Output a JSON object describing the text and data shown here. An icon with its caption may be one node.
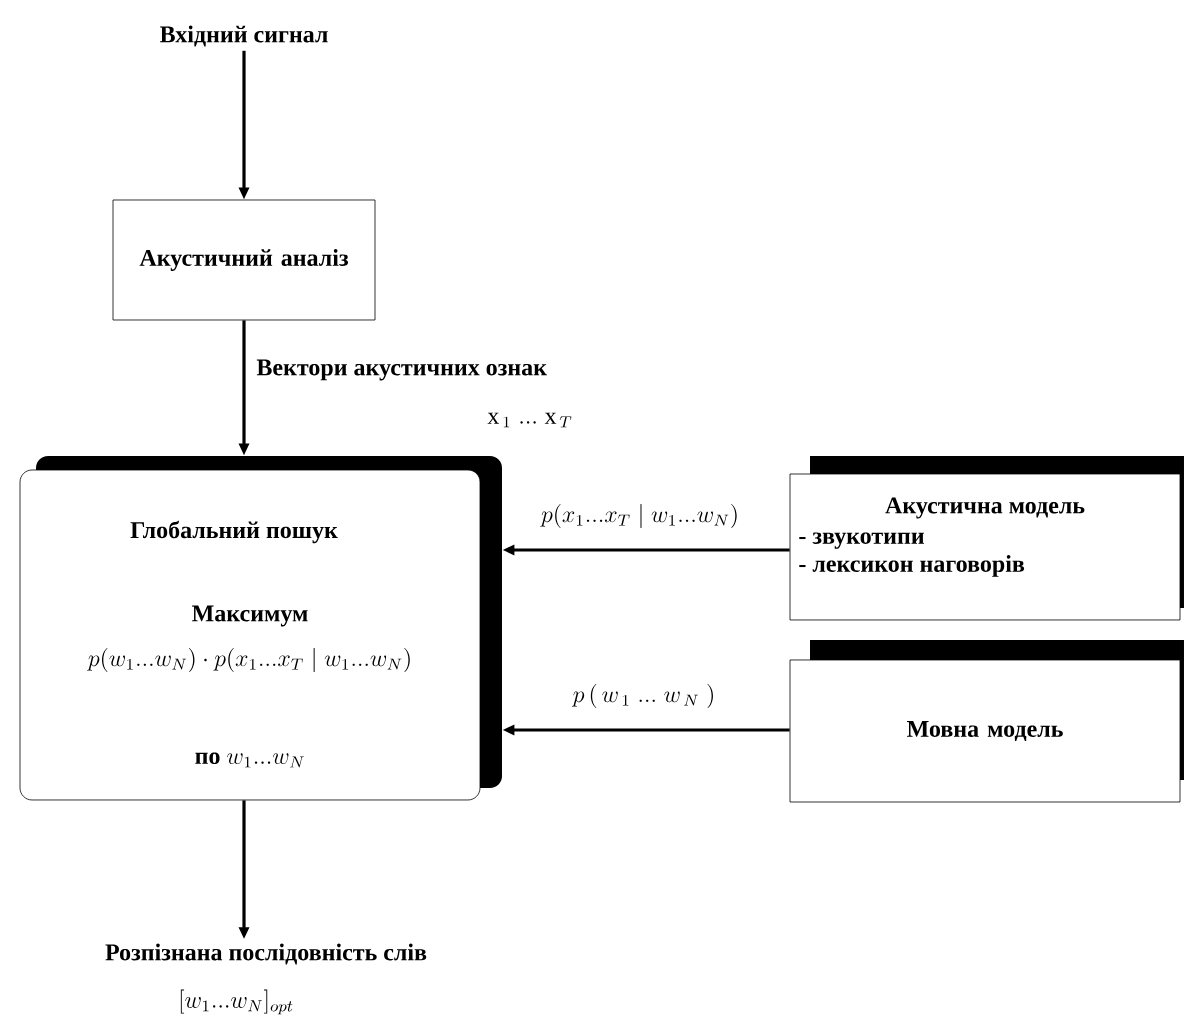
{
  "diagram": {
    "nodes": [
      {
        "text": [
          "Вхідний сигнал"
        ]
      },
      {
        "text": [
          "Акустичний аналіз"
        ]
      },
      {
        "text": [
          "Глобальний пошук",
          "Максимум",
          "p(w_1 ... w_N)\\cdot p(x_1 ... x_T \\mid w_1 ... w_N)",
          "по",
          "w_1 ... w_N"
        ]
      },
      {
        "text": [
          "Акустична модель",
          "- звукотипи",
          "- лексикон наговорів"
        ]
      },
      {
        "text": [
          "Мовна модель"
        ]
      },
      {
        "text": [
          "Розпізнана послідовність слів"
        ],
        "beside": [
          "[w_1 ... w_N]_{opt}"
        ]
      }
    ],
    "edges": [
      {
        "from": 0,
        "to": 1,
        "arrow": "to"
      },
      {
        "from": 1,
        "to": 2,
        "arrow": "to",
        "label": "Вектори акустичних ознак"
      },
      {
        "from": 3,
        "to": 2,
        "arrow": "to",
        "label": "p(x_1 ... x_T \\mid w_1 ... w_N)"
      },
      {
        "from": 4,
        "to": 2,
        "arrow": "to",
        "label": "p\\,(\\,w_{\\,1}\\;...\\;w_{\\,N}\\;)"
      },
      {
        "from": 2,
        "to": 5,
        "arrow": "to"
      }
    ],
    "labels": [
      "\\mathrm{x}_{\\,1}\\;...\\;\\mathrm{x}_{\\,T}"
    ]
  }
}
